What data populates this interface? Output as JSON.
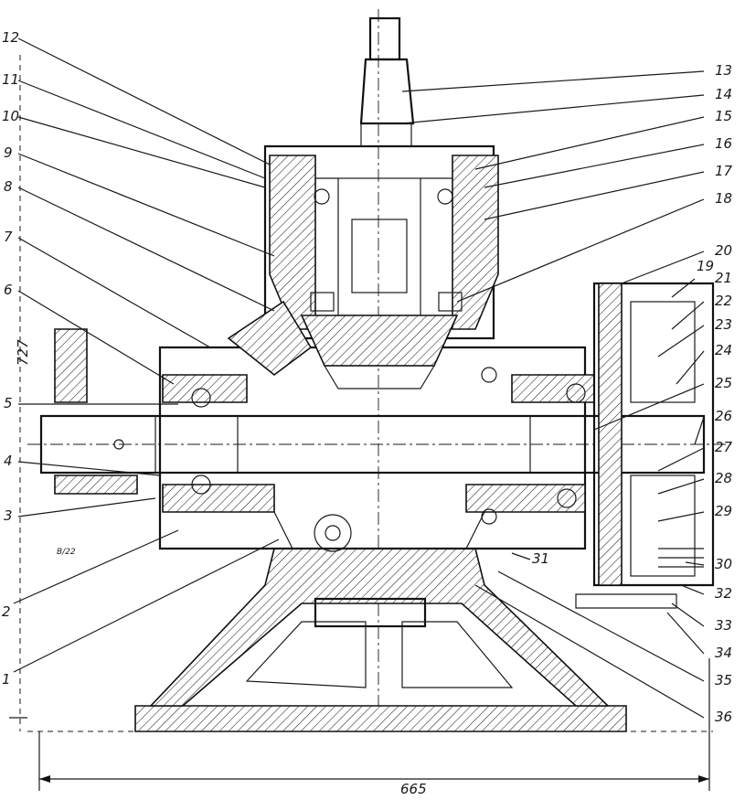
{
  "figure": {
    "callouts_left": [
      "12",
      "11",
      "10",
      "9",
      "8",
      "7",
      "6",
      "5",
      "4",
      "3",
      "2",
      "1"
    ],
    "callouts_right": [
      "13",
      "14",
      "15",
      "16",
      "17",
      "18",
      "19",
      "20",
      "21",
      "22",
      "23",
      "24",
      "25",
      "26",
      "27",
      "28",
      "29",
      "30",
      "31",
      "32",
      "33",
      "34",
      "35",
      "36"
    ],
    "dimensions": {
      "height": "727",
      "width": "665",
      "small_label": "В/22"
    }
  }
}
